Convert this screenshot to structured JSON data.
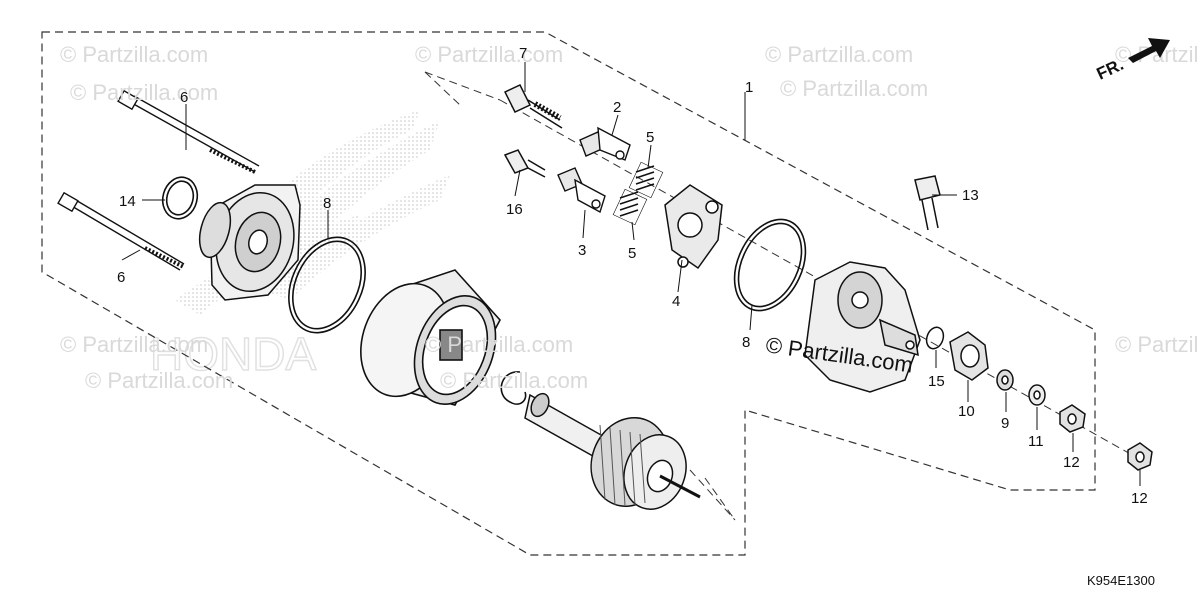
{
  "diagram": {
    "part_code": "K954E1300",
    "direction_label": "FR.",
    "watermark": "© Partzilla.com",
    "callouts": {
      "c1": "1",
      "c2": "2",
      "c3": "3",
      "c4": "4",
      "c5a": "5",
      "c5b": "5",
      "c6a": "6",
      "c6b": "6",
      "c7": "7",
      "c8a": "8",
      "c8b": "8",
      "c9": "9",
      "c10": "10",
      "c11": "11",
      "c12a": "12",
      "c12b": "12",
      "c13": "13",
      "c14": "14",
      "c15": "15",
      "c16": "16"
    }
  }
}
